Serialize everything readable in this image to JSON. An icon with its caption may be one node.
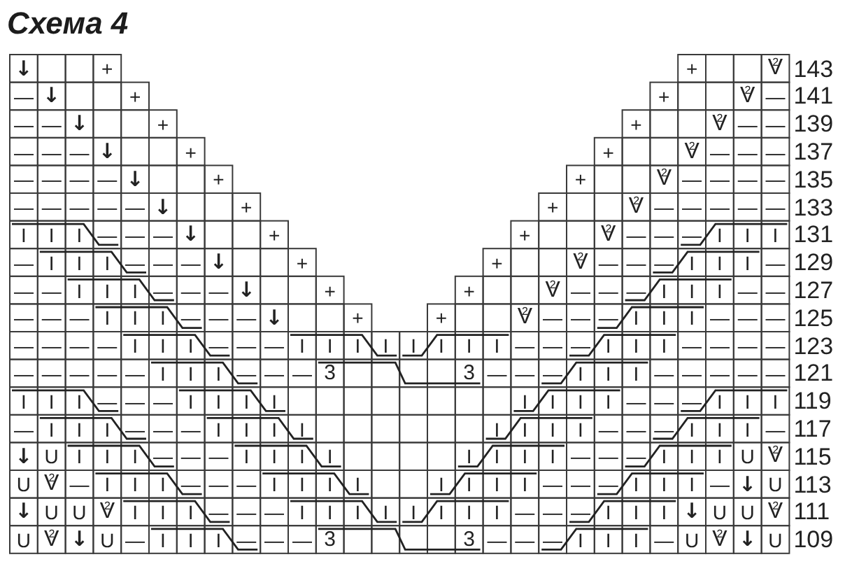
{
  "diagram": {
    "title": "Схема 4",
    "labels": [
      "↓",
      "+",
      "+",
      "V$^{2}$",
      "143",
      "—",
      "↓",
      "+",
      "+",
      "V$^{2}$",
      "—",
      "141",
      "—",
      "—",
      "↓",
      "+",
      "+",
      "V$^{2}$",
      "—",
      "—",
      "139",
      "—",
      "—",
      "—",
      "↓",
      "+",
      "+",
      "V$^{2}$",
      "—",
      "—",
      "—",
      "137",
      "—",
      "—",
      "—",
      "—",
      "↓",
      "+",
      "+",
      "V$^{2}$",
      "—",
      "—",
      "—",
      "—",
      "135",
      "—",
      "—",
      "—",
      "—",
      "—",
      "↓",
      "+",
      "+",
      "V$^{2}$",
      "—",
      "—",
      "—",
      "—",
      "—",
      "133",
      "I",
      "I",
      "I",
      "—",
      "—",
      "—",
      "↓",
      "+",
      "+",
      "V$^{2}$",
      "—",
      "—",
      "—",
      "I",
      "I",
      "I",
      "131",
      "—",
      "I",
      "I",
      "I",
      "—",
      "—",
      "—",
      "↓",
      "+",
      "+",
      "V$^{2}$",
      "—",
      "—",
      "—",
      "I",
      "I",
      "I",
      "—",
      "129",
      "—",
      "—",
      "I",
      "I",
      "I",
      "—",
      "—",
      "—",
      "↓",
      "+",
      "+",
      "V$^{2}$",
      "—",
      "—",
      "—",
      "I",
      "I",
      "I",
      "—",
      "—",
      "127",
      "—",
      "—",
      "—",
      "I",
      "I",
      "I",
      "—",
      "—",
      "—",
      "↓",
      "+",
      "+",
      "V$^{2}$",
      "—",
      "—",
      "—",
      "I",
      "I",
      "I",
      "—",
      "—",
      "—",
      "125",
      "—",
      "—",
      "—",
      "—",
      "I",
      "I",
      "I",
      "—",
      "—",
      "—",
      "I",
      "I",
      "I",
      "I",
      "I",
      "I",
      "I",
      "I",
      "—",
      "—",
      "—",
      "I",
      "I",
      "I",
      "—",
      "—",
      "—",
      "—",
      "123",
      "—",
      "—",
      "—",
      "—",
      "—",
      "I",
      "I",
      "I",
      "—",
      "—",
      "—",
      "3",
      "3",
      "—",
      "—",
      "—",
      "I",
      "I",
      "I",
      "—",
      "—",
      "—",
      "—",
      "—",
      "121",
      "I",
      "I",
      "I",
      "—",
      "—",
      "—",
      "I",
      "I",
      "I",
      "I",
      "I",
      "I",
      "I",
      "I",
      "—",
      "—",
      "—",
      "I",
      "I",
      "I",
      "119",
      "—",
      "I",
      "I",
      "I",
      "—",
      "—",
      "—",
      "I",
      "I",
      "I",
      "I",
      "I",
      "I",
      "I",
      "I",
      "—",
      "—",
      "—",
      "I",
      "I",
      "I",
      "—",
      "117",
      "↓",
      "U",
      "I",
      "I",
      "I",
      "—",
      "—",
      "—",
      "I",
      "I",
      "I",
      "I",
      "I",
      "I",
      "I",
      "I",
      "—",
      "—",
      "—",
      "I",
      "I",
      "I",
      "U",
      "V$^{2}$",
      "115",
      "U",
      "V$^{2}$",
      "—",
      "I",
      "I",
      "I",
      "—",
      "—",
      "—",
      "I",
      "I",
      "I",
      "I",
      "I",
      "I",
      "I",
      "I",
      "—",
      "—",
      "—",
      "I",
      "I",
      "I",
      "—",
      "↓",
      "U",
      "113",
      "↓",
      "U",
      "U",
      "V$^{2}$",
      "I",
      "I",
      "I",
      "—",
      "—",
      "—",
      "I",
      "I",
      "I",
      "I",
      "I",
      "I",
      "I",
      "I",
      "—",
      "—",
      "—",
      "I",
      "I",
      "I",
      "↓",
      "U",
      "U",
      "V$^{2}$",
      "111",
      "U",
      "V$^{2}$",
      "↓",
      "U",
      "—",
      "I",
      "I",
      "I",
      "—",
      "—",
      "—",
      "3",
      "3",
      "—",
      "—",
      "—",
      "I",
      "I",
      "I",
      "—",
      "U",
      "V$^{2}$",
      "↓",
      "U",
      "109"
    ]
  }
}
